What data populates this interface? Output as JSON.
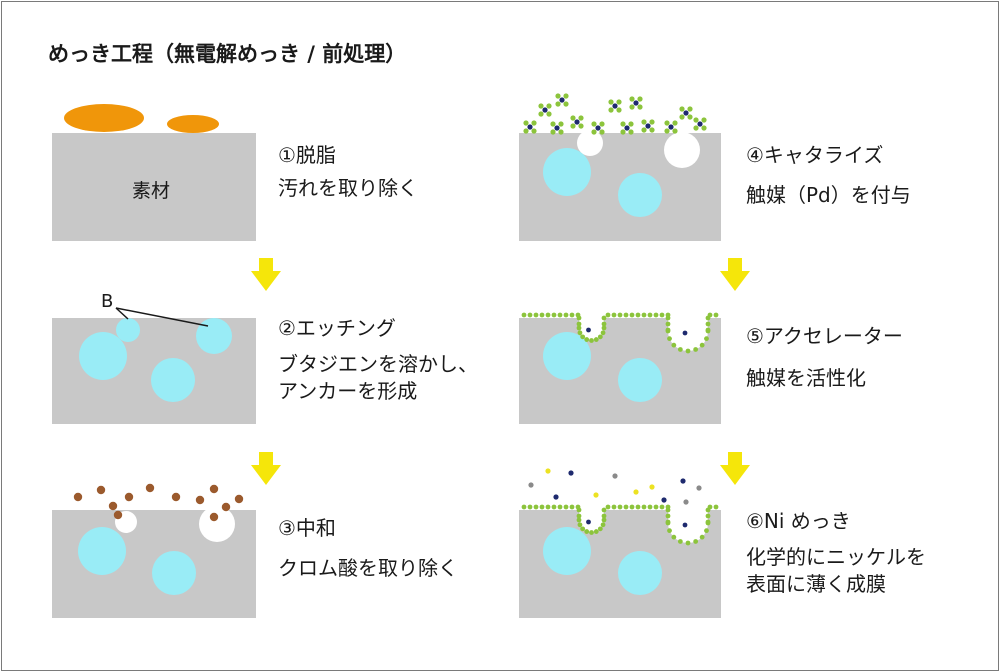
{
  "title": "めっき工程（無電解めっき / 前処理）",
  "colors": {
    "substrate": "#c8c8c8",
    "pore": "#99ecf6",
    "oil": "#f0960a",
    "arrow": "#f5e60a",
    "chromium": "#9b5a2d",
    "hole": "#ffffff",
    "catalyst_green": "#8cc43c",
    "catalyst_navy": "#1e2a6e",
    "nickel_yellow": "#ece222",
    "nickel_gray": "#8a8a8a"
  },
  "substrate_label": "素材",
  "pore_label": "B",
  "steps": [
    {
      "label": "①脱脂",
      "desc": [
        "汚れを取り除く"
      ]
    },
    {
      "label": "②エッチング",
      "desc": [
        "ブタジエンを溶かし、",
        "アンカーを形成"
      ]
    },
    {
      "label": "③中和",
      "desc": [
        "クロム酸を取り除く"
      ]
    },
    {
      "label": "④キャタライズ",
      "desc": [
        "触媒（Pd）を付与"
      ]
    },
    {
      "label": "⑤アクセレーター",
      "desc": [
        "触媒を活性化"
      ]
    },
    {
      "label": "⑥Ni めっき",
      "desc": [
        "化学的にニッケルを",
        "表面に薄く成膜"
      ]
    }
  ],
  "arrow_icon": "down-arrow-icon"
}
